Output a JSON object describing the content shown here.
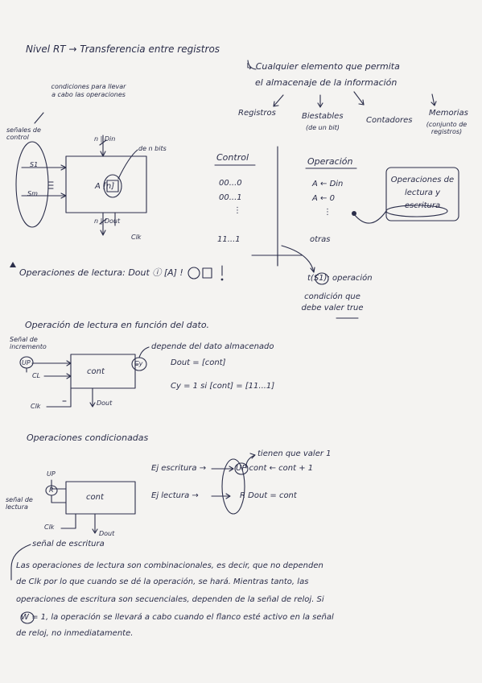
{
  "heading": {
    "title": "Nivel RT → Transferencia entre registros",
    "def": "↳ Cualquier elemento que permita",
    "def2": "el almacenaje de la información",
    "kinds": [
      "Registros",
      "Biestables",
      "Contadores",
      "Memorias"
    ],
    "kind_notes": [
      "(de un bit)",
      "(conjunto de registros)"
    ]
  },
  "diagram1": {
    "cond_note": "condiciones para llevar a cabo las operaciones",
    "signals_label": "señales de control",
    "s1": "S1",
    "sm": "Sm",
    "din": "n | Din",
    "nbits": "de n bits",
    "reg": "A [n]",
    "dout": "n | Dout",
    "clk": "Clk"
  },
  "table": {
    "col_control": "Control",
    "col_operacion": "Operación",
    "rows": [
      {
        "control": "00...0",
        "op": "A ← Din"
      },
      {
        "control": "00...1",
        "op": "A ← 0"
      },
      {
        "control": "11...1",
        "op": "otras"
      }
    ],
    "ops_box": "Operaciones de lectura y escritura",
    "cond_op": "t(S1): operación",
    "cond_note": "condición que debe valer true"
  },
  "read_ops": "Operaciones de lectura: Dout ⓘ [A] !",
  "diagram2": {
    "title": "Operación de lectura en función del dato.",
    "inc_label": "Señal de incremento",
    "up": "UP",
    "cl": "CL",
    "box": "cont",
    "cy": "Cy",
    "clk": "Clk",
    "dout": "Dout",
    "depends": "depende del dato almacenado",
    "eq1": "Dout = [cont]",
    "eq2": "Cy = 1 si [cont] = [11...1]"
  },
  "diagram3": {
    "title": "Operaciones condicionadas",
    "must": "tienen que valer 1",
    "write": "Ej escritura →",
    "write_op": "UP  cont ← cont + 1",
    "read": "Ej lectura →",
    "read_op": "R  Dout = cont",
    "up": "UP",
    "r": "R",
    "box": "cont",
    "read_sig": "señal de lectura",
    "clk": "Clk",
    "dout": "Dout",
    "write_sig": "señal de escritura"
  },
  "paragraph": [
    "Las operaciones de lectura son combinacionales, es decir, que no dependen",
    "de Clk por lo que cuando se dé la operación, se hará. Mientras tanto, las",
    "operaciones de escritura son secuenciales, dependen de la señal de reloj. Si",
    "W = 1, la operación se llevará a cabo cuando el flanco esté activo en la señal",
    "de reloj, no inmediatamente."
  ]
}
